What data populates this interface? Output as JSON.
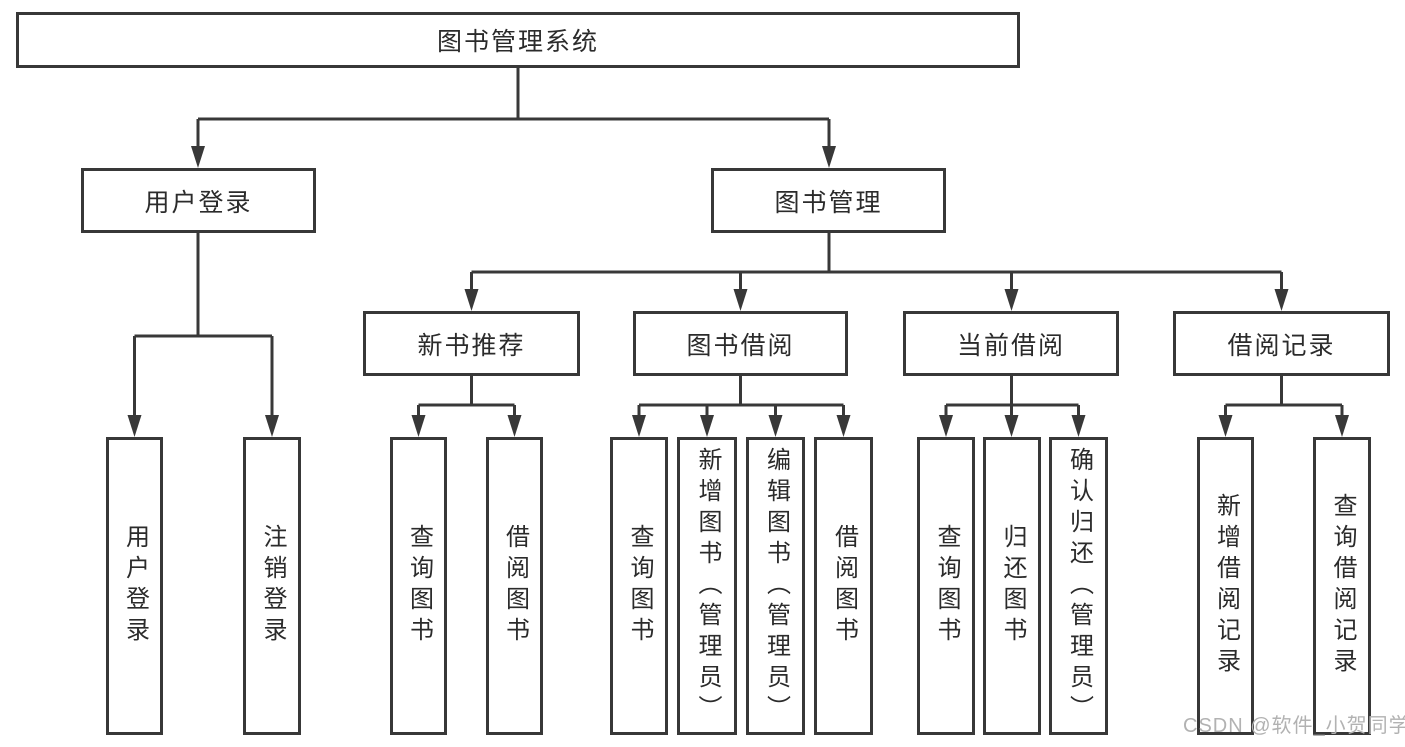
{
  "colors": {
    "line": "#383838",
    "box_border": "#383838",
    "text": "#2b2b2b",
    "watermark": "#b2b2b2",
    "background": "#ffffff"
  },
  "watermark": {
    "text": "CSDN @软件_小贺同学"
  },
  "diagram": {
    "type": "tree",
    "root": {
      "label": "图书管理系统"
    },
    "branches": [
      {
        "label": "用户登录",
        "children": [
          {
            "label": "用户登录"
          },
          {
            "label": "注销登录"
          }
        ]
      },
      {
        "label": "图书管理",
        "children": [
          {
            "label": "新书推荐",
            "children": [
              {
                "label": "查询图书"
              },
              {
                "label": "借阅图书"
              }
            ]
          },
          {
            "label": "图书借阅",
            "children": [
              {
                "label": "查询图书"
              },
              {
                "label": "新增图书（管理员）"
              },
              {
                "label": "编辑图书（管理员）"
              },
              {
                "label": "借阅图书"
              }
            ]
          },
          {
            "label": "当前借阅",
            "children": [
              {
                "label": "查询图书"
              },
              {
                "label": "归还图书"
              },
              {
                "label": "确认归还（管理员）"
              }
            ]
          },
          {
            "label": "借阅记录",
            "children": [
              {
                "label": "新增借阅记录"
              },
              {
                "label": "查询借阅记录"
              }
            ]
          }
        ]
      }
    ]
  }
}
